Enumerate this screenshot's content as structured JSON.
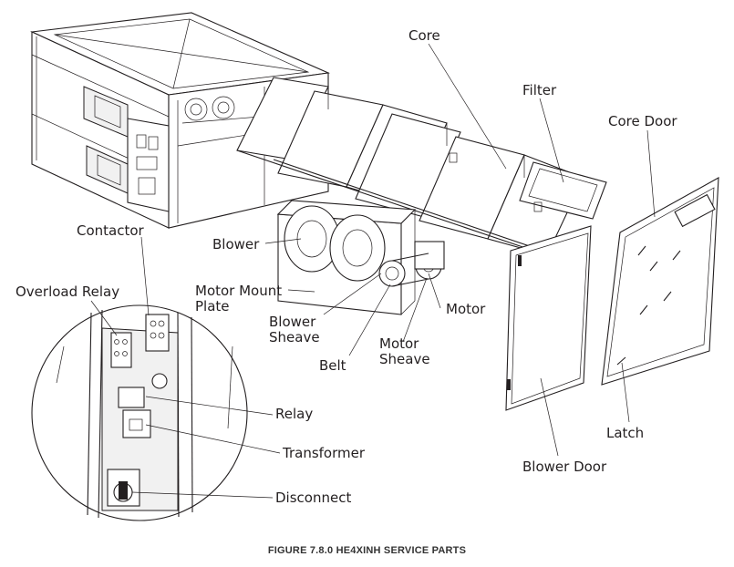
{
  "figure": {
    "caption": "FIGURE 7.8.0 HE4XINH SERVICE PARTS"
  },
  "labels": {
    "core": "Core",
    "filter": "Filter",
    "core_door": "Core Door",
    "contactor": "Contactor",
    "blower": "Blower",
    "overload_relay": "Overload Relay",
    "motor_mount_plate_line1": "Motor Mount",
    "motor_mount_plate_line2": "Plate",
    "blower_sheave_line1": "Blower",
    "blower_sheave_line2": "Sheave",
    "motor": "Motor",
    "motor_sheave_line1": "Motor",
    "motor_sheave_line2": "Sheave",
    "belt": "Belt",
    "relay": "Relay",
    "transformer": "Transformer",
    "latch": "Latch",
    "disconnect": "Disconnect",
    "blower_door": "Blower Door"
  },
  "colors": {
    "line": "#231f20",
    "background": "#ffffff"
  }
}
